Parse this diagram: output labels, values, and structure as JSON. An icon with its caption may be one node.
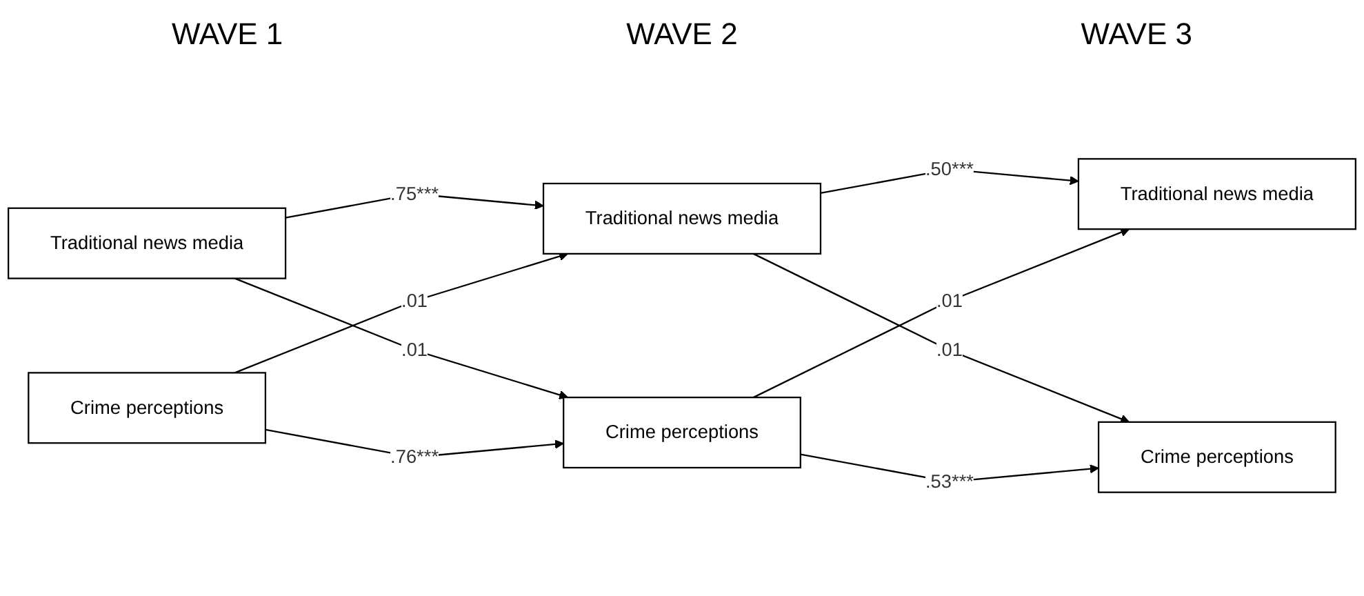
{
  "diagram": {
    "nodes": [
      {
        "text": [
          "Traditional news media"
        ]
      },
      {
        "text": [
          "Traditional news media"
        ]
      },
      {
        "text": [
          "Crime perceptions"
        ]
      },
      {
        "text": [
          "Crime perceptions"
        ]
      },
      {
        "text": [
          "Traditional news media"
        ]
      },
      {
        "text": [
          "Crime perceptions"
        ]
      }
    ],
    "edges": [
      {
        "from": 0,
        "to": 1,
        "arrow": "to",
        "label": ".75***"
      },
      {
        "from": 0,
        "to": 3,
        "arrow": "to",
        "label": ".01"
      },
      {
        "from": 2,
        "to": 1,
        "arrow": "to",
        "label": ".01"
      },
      {
        "from": 2,
        "to": 3,
        "arrow": "to",
        "label": ".76***"
      },
      {
        "from": 1,
        "to": 4,
        "arrow": "to",
        "label": ".50***"
      },
      {
        "from": 1,
        "to": 5,
        "arrow": "to",
        "label": ".01"
      },
      {
        "from": 3,
        "to": 4,
        "arrow": "to",
        "label": ".01"
      },
      {
        "from": 3,
        "to": 5,
        "arrow": "to",
        "label": ".53***"
      }
    ],
    "labels": [
      "WAVE 1",
      "WAVE 2",
      "WAVE 3"
    ]
  }
}
